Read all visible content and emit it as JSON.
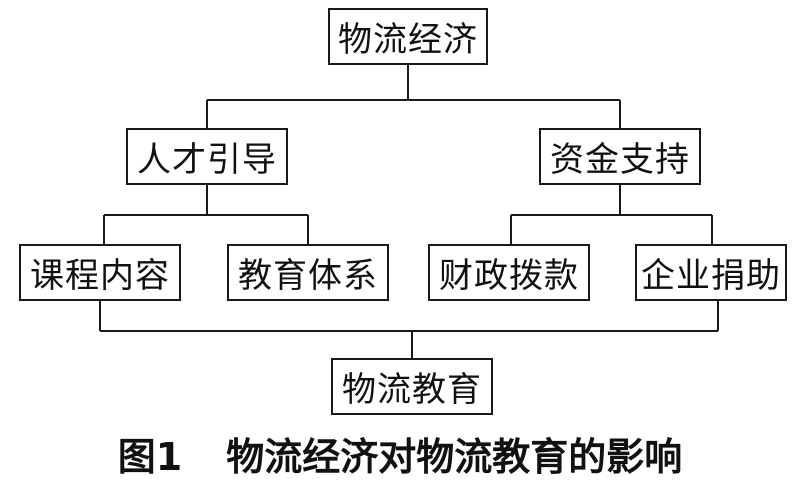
{
  "diagram": {
    "root": "物流经济",
    "branches": [
      {
        "label": "人才引导",
        "children": [
          "课程内容",
          "教育体系"
        ]
      },
      {
        "label": "资金支持",
        "children": [
          "财政拨款",
          "企业捐助"
        ]
      }
    ],
    "outcome": "物流教育"
  },
  "caption": {
    "label": "图1",
    "title": "物流经济对物流教育的影响"
  }
}
